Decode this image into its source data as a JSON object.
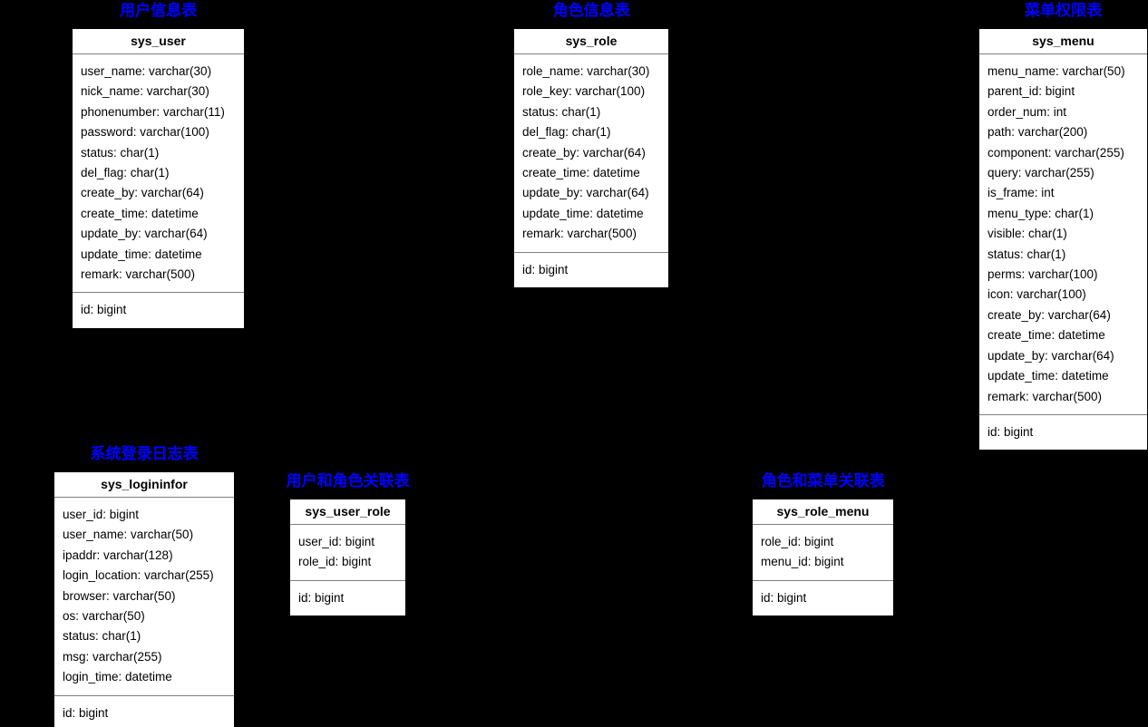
{
  "colors": {
    "canvas_background": "#000000",
    "table_fill": "#ffffff",
    "table_text": "#000000",
    "separator": "#7f7f7f",
    "title_accent": "#0000ff"
  },
  "tables": [
    {
      "title": "用户信息表",
      "name": "sys_user",
      "fields": [
        "user_name: varchar(30)",
        "nick_name: varchar(30)",
        "phonenumber: varchar(11)",
        "password: varchar(100)",
        "status: char(1)",
        "del_flag: char(1)",
        "create_by: varchar(64)",
        "create_time: datetime",
        "update_by: varchar(64)",
        "update_time: datetime",
        "remark: varchar(500)"
      ],
      "pk": [
        "id: bigint"
      ]
    },
    {
      "title": "角色信息表",
      "name": "sys_role",
      "fields": [
        "role_name: varchar(30)",
        "role_key: varchar(100)",
        "status: char(1)",
        "del_flag: char(1)",
        "create_by: varchar(64)",
        "create_time: datetime",
        "update_by: varchar(64)",
        "update_time: datetime",
        "remark: varchar(500)"
      ],
      "pk": [
        "id: bigint"
      ]
    },
    {
      "title": "菜单权限表",
      "name": "sys_menu",
      "fields": [
        "menu_name: varchar(50)",
        "parent_id: bigint",
        "order_num: int",
        "path: varchar(200)",
        "component: varchar(255)",
        "query: varchar(255)",
        "is_frame: int",
        "menu_type: char(1)",
        "visible: char(1)",
        "status: char(1)",
        "perms: varchar(100)",
        "icon: varchar(100)",
        "create_by: varchar(64)",
        "create_time: datetime",
        "update_by: varchar(64)",
        "update_time: datetime",
        "remark: varchar(500)"
      ],
      "pk": [
        "id: bigint"
      ]
    },
    {
      "title": "系统登录日志表",
      "name": "sys_logininfor",
      "fields": [
        "user_id: bigint",
        "user_name: varchar(50)",
        "ipaddr: varchar(128)",
        "login_location: varchar(255)",
        "browser: varchar(50)",
        "os: varchar(50)",
        "status: char(1)",
        "msg: varchar(255)",
        "login_time: datetime"
      ],
      "pk": [
        "id: bigint"
      ]
    },
    {
      "title": "用户和角色关联表",
      "name": "sys_user_role",
      "fields": [
        "user_id: bigint",
        "role_id: bigint"
      ],
      "pk": [
        "id: bigint"
      ]
    },
    {
      "title": "角色和菜单关联表",
      "name": "sys_role_menu",
      "fields": [
        "role_id: bigint",
        "menu_id: bigint"
      ],
      "pk": [
        "id: bigint"
      ]
    }
  ]
}
